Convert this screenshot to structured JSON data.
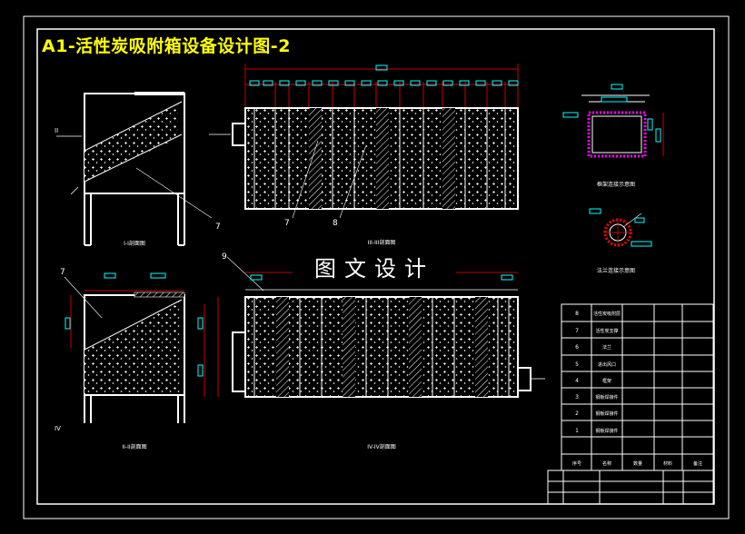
{
  "title": "A1-活性炭吸附箱设备设计图-2",
  "watermark": "图文设计",
  "colors": {
    "background": "#000000",
    "frame": "#ffffff",
    "title": "#ffff00",
    "dimension": "#ff0000",
    "annotation_box": "#00ffff",
    "frame_profile": "#ff00ff"
  },
  "views": {
    "section_1_1": {
      "caption": "I-I剖面图",
      "leader": "7"
    },
    "section_2_2": {
      "caption": "II-II剖面图",
      "leader": "7"
    },
    "section_3_3": {
      "caption": "III-III剖面图",
      "leaders": [
        "7",
        "8"
      ]
    },
    "section_4_4": {
      "caption": "IV-IV剖面图",
      "leader": "9"
    },
    "detail_frame": {
      "caption": "框架连接示意图"
    },
    "detail_flange": {
      "caption": "法兰连接示意图"
    },
    "side_marks": {
      "upper": "II",
      "lower": "IV"
    }
  },
  "parts_table": {
    "rows": [
      {
        "no": "8",
        "name": "活性炭吸附层"
      },
      {
        "no": "7",
        "name": "活性炭支撑"
      },
      {
        "no": "6",
        "name": "法兰"
      },
      {
        "no": "5",
        "name": "进出风口"
      },
      {
        "no": "4",
        "name": "框架"
      },
      {
        "no": "3",
        "name": "钢板焊接件"
      },
      {
        "no": "2",
        "name": "钢板焊接件"
      },
      {
        "no": "1",
        "name": "钢板焊接件"
      }
    ],
    "header": [
      "序号",
      "名称",
      "数量",
      "材料",
      "备注"
    ]
  }
}
